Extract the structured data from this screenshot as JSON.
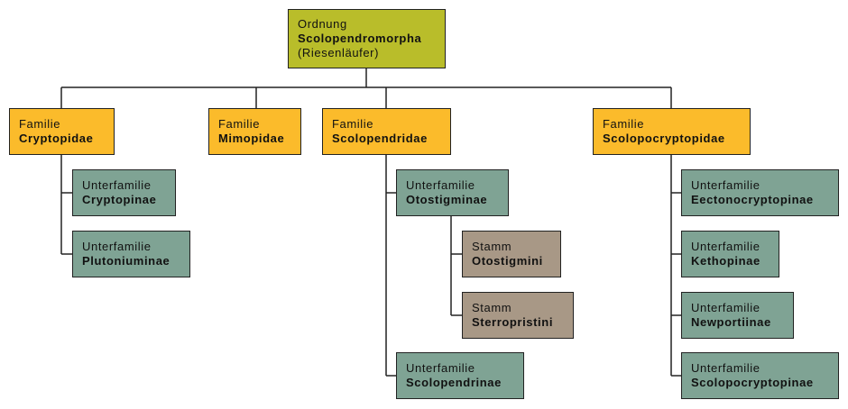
{
  "root": {
    "rank": "Ordnung",
    "name": "Scolopendromorpha",
    "extra": "(Riesenläufer)",
    "color": "#b9bd2a"
  },
  "families": [
    {
      "rank": "Familie",
      "name": "Cryptopidae",
      "children": [
        {
          "rank": "Unterfamilie",
          "name": "Cryptopinae"
        },
        {
          "rank": "Unterfamilie",
          "name": "Plutoniuminae"
        }
      ]
    },
    {
      "rank": "Familie",
      "name": "Mimopidae",
      "children": []
    },
    {
      "rank": "Familie",
      "name": "Scolopendridae",
      "children": [
        {
          "rank": "Unterfamilie",
          "name": "Otostigminae",
          "children": [
            {
              "rank": "Stamm",
              "name": "Otostigmini"
            },
            {
              "rank": "Stamm",
              "name": "Sterropristini"
            }
          ]
        },
        {
          "rank": "Unterfamilie",
          "name": "Scolopendrinae"
        }
      ]
    },
    {
      "rank": "Familie",
      "name": "Scolopocryptopidae",
      "children": [
        {
          "rank": "Unterfamilie",
          "name": "Eectonocryptopinae"
        },
        {
          "rank": "Unterfamilie",
          "name": "Kethopinae"
        },
        {
          "rank": "Unterfamilie",
          "name": "Newportiinae"
        },
        {
          "rank": "Unterfamilie",
          "name": "Scolopocryptopinae"
        }
      ]
    }
  ],
  "colors": {
    "order": "#b9bd2a",
    "family": "#fbbb2b",
    "subfamily": "#7fa394",
    "tribe": "#a89886",
    "line": "#222222"
  }
}
